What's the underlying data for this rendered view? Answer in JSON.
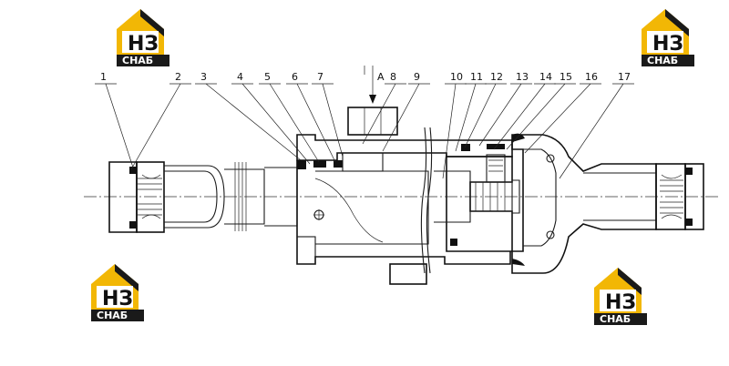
{
  "callouts": [
    "1",
    "2",
    "3",
    "4",
    "5",
    "6",
    "7",
    "8",
    "9",
    "10",
    "11",
    "12",
    "13",
    "14",
    "15",
    "16",
    "17"
  ],
  "section_mark": "A",
  "logo": {
    "letters": "НЗ",
    "word": "СНАБ",
    "accent": "#f2b705",
    "dark": "#1a1a1a"
  }
}
